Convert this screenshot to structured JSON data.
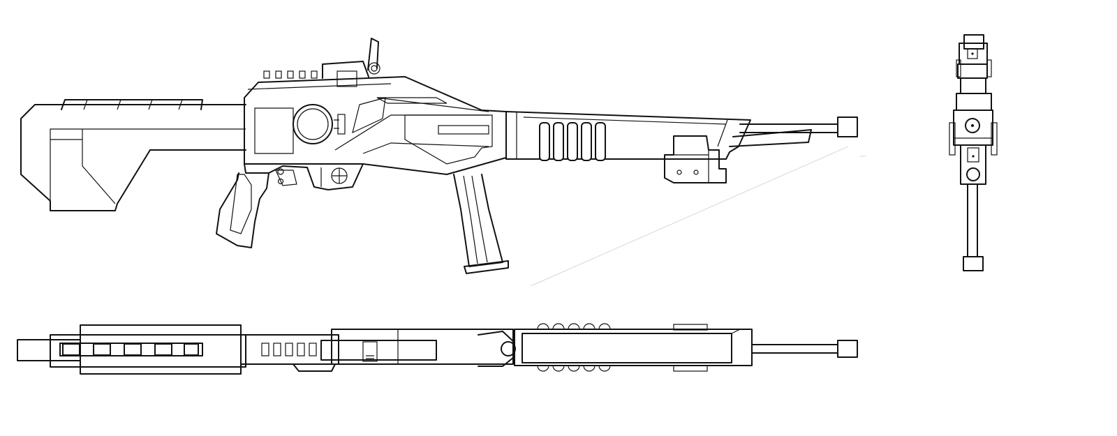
{
  "drawing": {
    "background": "#ffffff",
    "line_color": "#111111",
    "views": [
      "side-view",
      "rear-view",
      "top-view"
    ]
  }
}
